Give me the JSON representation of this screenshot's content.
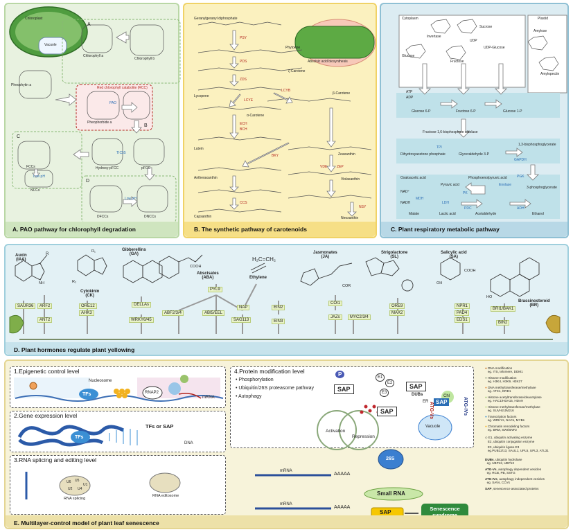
{
  "panelA": {
    "caption": "A. PAO pathway for chlorophyll degradation",
    "labels": {
      "chloroplast": "Chloroplast",
      "chlorophyll_a": "Chlorophyll a",
      "chlorophyll_b": "Chlorophyll b",
      "pheophytin_a": "Pheophytin a",
      "pheophorbide_a": "Pheophorbide a",
      "rcc": "Red chlorophyll catabolite (RCC)",
      "pfcc": "pFCC",
      "hydroxy_pfcc": "Hydroxy-pFCC",
      "fccs": "FCCs",
      "nccs": "NCCs",
      "dfccs": "DFCCs",
      "dnccs": "DNCCs",
      "vacuole": "Vacuole",
      "low_ph": "Low pH",
      "low_ph2": "Low pH",
      "pao": "PAO",
      "tic55": "TIC55",
      "letter_a": "A",
      "letter_b": "B",
      "letter_c": "C",
      "letter_d": "D"
    }
  },
  "panelB": {
    "caption": "B. The synthetic pathway of carotenoids",
    "labels": {
      "ggpp": "Geranylgeranyl diphosphate",
      "phytoene": "Phytoene",
      "zeta_carotene": "ζ-Carotene",
      "lycopene": "Lycopene",
      "alpha_carotene": "α-Carotene",
      "beta_carotene": "β-Carotene",
      "lutein": "Lutein",
      "zeaxanthin": "Zeaxanthin",
      "antheraxanthin": "Antheraxanthin",
      "violaxanthin": "Violaxanthin",
      "neoxanthin": "Neoxanthin",
      "capsanthin": "Capsanthin",
      "aba_biosynth": "Abscisic acid biosynthesis",
      "psy": "PSY",
      "pds": "PDS",
      "zds": "ZDS",
      "lcye": "LCYE",
      "lcyb": "LCYB",
      "ech": "ECH",
      "bch": "BCH",
      "vde": "VDE",
      "zep": "ZEP",
      "nsy": "NSY",
      "ccs": "CCS",
      "bky": "BKY"
    }
  },
  "panelC": {
    "caption": "C. Plant respiratory metabolic pathway",
    "labels": {
      "cytoplasm": "Cytoplasm",
      "plastid": "Plastid",
      "sucrose": "Sucrose",
      "invertase": "Invertase",
      "udp": "UDP",
      "udp_glucose": "UDP-Glucose",
      "glucose": "Glucose",
      "fructose": "Fructose",
      "amylose": "Amylose",
      "amylopectin": "Amylopectin",
      "glucose6p": "Glucose 6-P",
      "fructose6p": "Fructose 6-P",
      "glucose1p": "Glucose 1-P",
      "fbp_aldolase": "Fructose-1,6-bisphosphate aldolase",
      "dhap": "Dihydroxyacetone phosphate",
      "g3p": "Glyceraldehyde 3-P",
      "bpg": "1,3-bisphosphoglycerate",
      "pg3": "3-phosphoglycerate",
      "oxaloacetic": "Oxaloacetic acid",
      "pyruvic": "Pyruvic acid",
      "pep": "Phosphoenolpyruvic acid",
      "malate": "Malate",
      "lactic": "Lactic acid",
      "acetaldehyde": "Acetaldehyde",
      "ethanol": "Ethanol",
      "atp": "ATP",
      "adp": "ADP",
      "nad": "NAD⁺",
      "nadh": "NADH",
      "pgk": "PGK",
      "pk": "PK",
      "pdc": "PDC",
      "adh": "ADH",
      "ldh": "LDH",
      "mdh": "MDH",
      "enolase": "Enolase",
      "gapdh": "GAPDH",
      "tpi": "TPI"
    }
  },
  "panelD": {
    "caption": "D. Plant hormones regulate plant yellowing",
    "hormones": [
      {
        "name": "Auxin",
        "abbr": "(IAA)"
      },
      {
        "name": "Cytokinin",
        "abbr": "(CK)"
      },
      {
        "name": "Gibberellins",
        "abbr": "(GA)"
      },
      {
        "name": "Abscisates",
        "abbr": "(ABA)"
      },
      {
        "name": "Ethylene",
        "abbr": ""
      },
      {
        "name": "Jasmonates",
        "abbr": "(JA)"
      },
      {
        "name": "Strigolactone",
        "abbr": "(SL)"
      },
      {
        "name": "Salicylic acid",
        "abbr": "(SA)"
      },
      {
        "name": "Brassinosteroid",
        "abbr": "(BR)"
      }
    ],
    "chem": {
      "r": "R",
      "nh": "NH",
      "r1": "R₁",
      "r2": "R₂",
      "n": "N",
      "cooh": "COOH",
      "cor": "COR",
      "ho": "HO",
      "oh": "OH",
      "h": "H",
      "c": "C",
      "ethylene_formula": "H₂C=CH₂"
    },
    "genes": {
      "saur36": "SAUR36",
      "arf2": "ARF2",
      "ant2": "ANT2",
      "ore12": "ORE12",
      "ahk3": "AHK3",
      "dellas": "DELLAs",
      "wrky": "WRKY6/45",
      "pyl9": "PYL9",
      "abf": "ABF2/3/4",
      "abi5": "ABI5/EEL",
      "nap": "NAP",
      "sag113": "SAG113",
      "ein2": "EIN2",
      "ein3": "EIN3",
      "coi1": "COI1",
      "jazs": "JAZs",
      "myc": "MYC2/3/4",
      "ore9": "ORE9",
      "max2": "MAX2",
      "npr1": "NPR1",
      "pad4": "PAD4",
      "eds1": "EDS1",
      "bri1": "BRI1/BAK1",
      "bin2": "BIN2"
    }
  },
  "panelE": {
    "caption": "E. Multilayer-control model of plant leaf senescence",
    "levels": {
      "l1": "1.Epigenetic control level",
      "l2": "2.Gene expression level",
      "l3": "3.RNA splicing and editing level",
      "l4": "4.Protein modification level"
    },
    "bullets": [
      "Phosphorylation",
      "Ubiquitin/26S proteasome pathway",
      "Autophagy"
    ],
    "labels": {
      "nucleosome": "Nucleosome",
      "rnap2": "RNAP2",
      "tfs": "TFs",
      "mrna": "mRNA",
      "tfs_or_sap": "TFs or SAP",
      "dna": "DNA",
      "tfs2": "TFs",
      "rna_splicing": "RNA splicing",
      "rna_editosome": "RNA editosome",
      "p": "P",
      "e1": "E1",
      "e2": "E2",
      "e3": "E3",
      "sap1": "SAP",
      "sap2": "SAP",
      "sap3": "SAP",
      "sap4": "SAP",
      "chl": "Chl",
      "atg_vs": "ATG-Vs",
      "atg_ivs": "ATG-IVs",
      "er": "ER",
      "vacuole": "Vacuole",
      "dubs": "DUBs",
      "activation": "Activation",
      "repression": "Repression",
      "s26": "26S",
      "small_rna": "Small RNA",
      "mrna1": "mRNA",
      "mrna2": "mRNA",
      "aaaaa1": "AAAAA",
      "aaaaa2": "AAAAA",
      "senescence_syndrome": "Senescence syndrome",
      "u6": "U6",
      "u5": "U5",
      "u2": "U2",
      "u4": "U4",
      "u1": "U1"
    },
    "legend": [
      {
        "title": "DNA modification",
        "detail": "eg. ITS, telomere, DDM1"
      },
      {
        "title": "Histone modification",
        "detail": "eg. H3K4, H3K9, H3K27"
      },
      {
        "title": "DNA methyltransferase/methylase",
        "detail": "eg. ATX1, DRD1"
      },
      {
        "title": "Histone acetyltransferase/deacetylase",
        "detail": "eg. HAC1/HDA15, HDA9"
      },
      {
        "title": "Histone methyltransferase/methylase",
        "detail": "eg. SUVH2/JMJ16"
      },
      {
        "title": "Transcription factors",
        "detail": "eg. WRKYs, NACs, MYBs"
      },
      {
        "title": "Chromatin remodeling factors",
        "detail": "eg. BRM, SWI/SNF2"
      },
      {
        "title": "E1, ubiquitin activating enzyme",
        "detail": "E2, ubiquitin conjugation enzyme"
      },
      {
        "title": "E3, ubiquitin ligase E3",
        "detail": "eg.PUB12/13, SAUL1, UPL5, UPL3, ATL31"
      }
    ],
    "legend2": [
      {
        "title": "DUBs",
        "detail": ", ubiquitin hydrolase",
        "extra": "eg. UBP12, UBP13"
      },
      {
        "title": "ATG-Vs",
        "detail": ", autophagy dependent vesicles",
        "extra": "eg. RCB, PB, SSTG"
      },
      {
        "title": "ATG-IVs",
        "detail": ", autophagy independent vesicles",
        "extra": "eg. SAVs, CCVs"
      },
      {
        "title": "SAP",
        "detail": ", senescence associated proteins",
        "extra": ""
      }
    ]
  },
  "colors": {
    "accent_red": "#b3261e",
    "green": "#3a8a2e",
    "yellow": "#f6c700",
    "blue": "#2a6db5"
  }
}
